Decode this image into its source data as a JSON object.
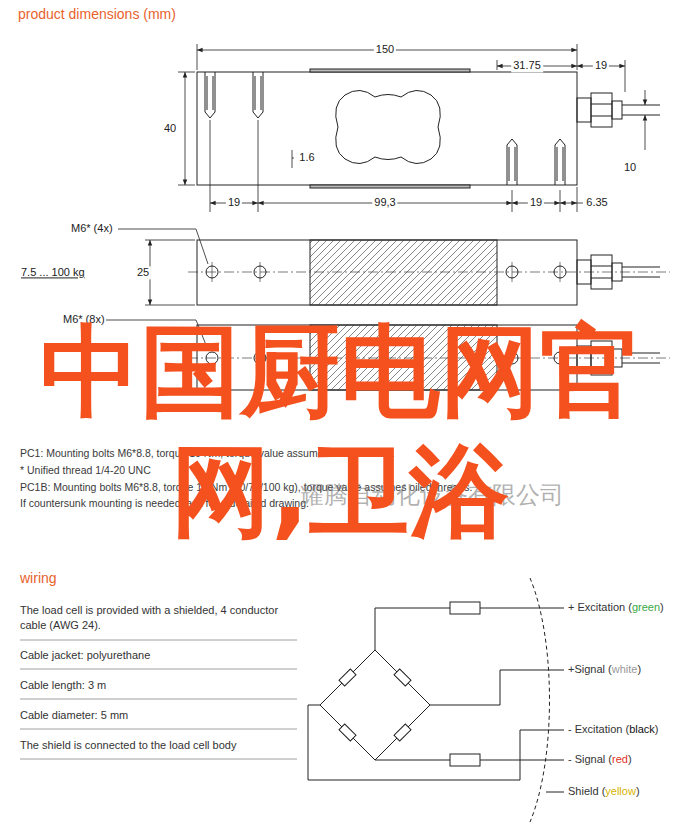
{
  "diagram": {
    "title": "product dimensions (mm)",
    "labels": [
      "150",
      "31.75",
      "19",
      "40",
      "1.6",
      "10",
      "19",
      "99,3",
      "19",
      "6.35",
      "M6* (4x)",
      "7.5 ... 100 kg",
      "25",
      "M6* (8x)",
      "PC1: Mounting bolts M6*8.8, torque 10 Nm, torque value assumes oiled threads.",
      "* Unified thread 1/4-20 UNC",
      "PC1B: Mounting bolts M6*8.8, torque 10 Nm (50/75/100 kg), torque value assumes oiled threads.",
      "If countersunk mounting is needed, ask for a detailed drawing.",
      "wiring",
      "The load cell is provided with a shielded, 4 conductor cable (AWG 24).",
      "Cable jacket: polyurethane",
      "Cable length: 3 m",
      "Cable diameter: 5 mm",
      "The shield is connected to the load cell body",
      "+ Excitation (green)",
      "+Signal (white)",
      "- Excitation (black)",
      "- Signal (red)",
      "Shield (yellow)",
      "耀腾自动化设备有限公司",
      "中国厨电网官网,卫浴"
    ]
  }
}
